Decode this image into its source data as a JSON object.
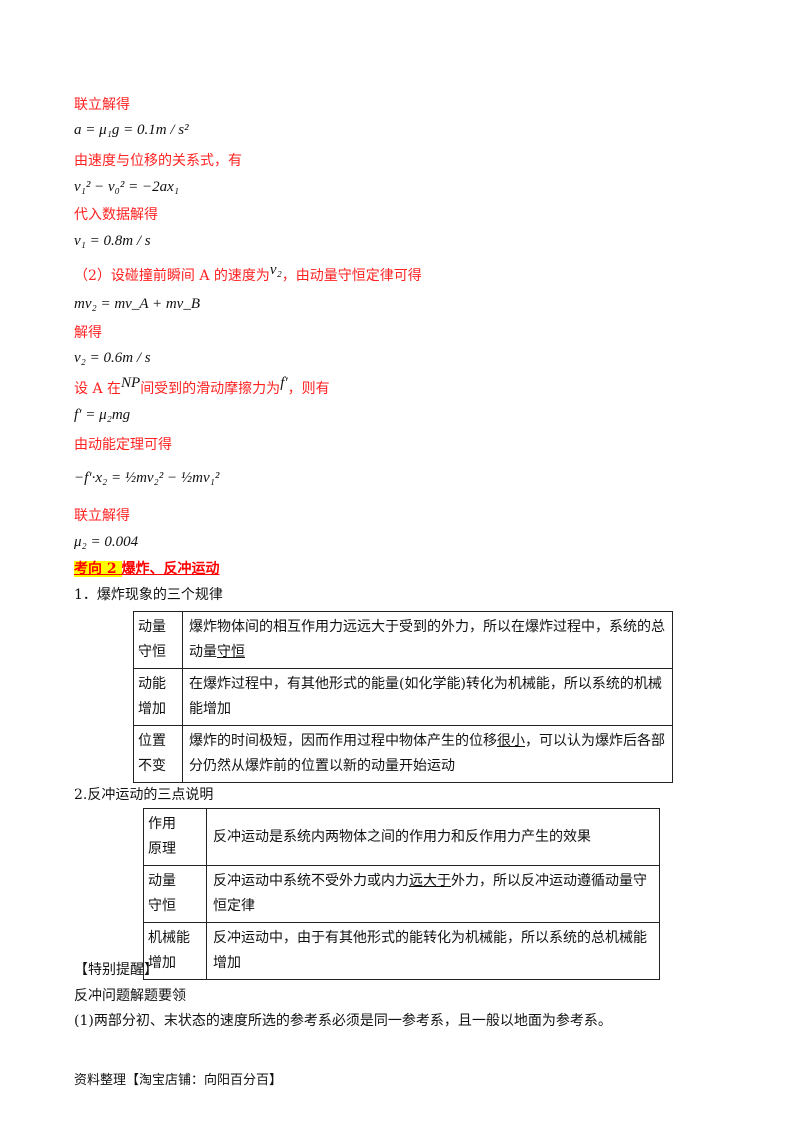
{
  "lines": {
    "l1": "联立解得",
    "eq1": "a = μ₁g = 0.1m / s²",
    "l2": "由速度与位移的关系式，有",
    "eq2": "v₁² − v₀² = −2ax₁",
    "l3": "代入数据解得",
    "eq3": "v₁ = 0.8m / s",
    "l4a": "（2）设碰撞前瞬间 A 的速度为",
    "l4v": "v₂",
    "l4b": "，由动量守恒定律可得",
    "eq4": "mv₂ = mv_A + mv_B",
    "l5": "解得",
    "eq5": "v₂ = 0.6m / s",
    "l6a": "设 A 在",
    "l6np": "NP",
    "l6b": "间受到的滑动摩擦力为",
    "l6f": "f′",
    "l6c": "，则有",
    "eq6": "f′ = μ₂mg",
    "l7": "由动能定理可得",
    "eq7": "−f′·x₂ = ½mv₂² − ½mv₁²",
    "l8": "联立解得",
    "eq8": "μ₂ = 0.004"
  },
  "section": {
    "prefix": "考向 2 ",
    "title": "爆炸、反冲运动"
  },
  "s1_title": "1．爆炸现象的三个规律",
  "table1": [
    {
      "h1": "动量",
      "h2": "守恒",
      "t": "爆炸物体间的相互作用力远远大于受到的外力，所以在爆炸过程中，系统的总动量",
      "u": "守恒",
      "t2": ""
    },
    {
      "h1": "动能",
      "h2": "增加",
      "t": "在爆炸过程中，有其他形式的能量(如化学能)转化为机械能，所以系统的机械能增加",
      "u": "",
      "t2": ""
    },
    {
      "h1": "位置",
      "h2": "不变",
      "t": "爆炸的时间极短，因而作用过程中物体产生的位移",
      "u": "很小",
      "t2": "，可以认为爆炸后各部分仍然从爆炸前的位置以新的动量开始运动"
    }
  ],
  "s2_title": "2.反冲运动的三点说明",
  "table2": [
    {
      "h1": "作用",
      "h2": "原理",
      "t": "反冲运动是系统内两物体之间的作用力和反作用力产生的效果",
      "u": "",
      "t2": ""
    },
    {
      "h1": "动量",
      "h2": "守恒",
      "t": "反冲运动中系统不受外力或内力",
      "u": "远大于",
      "t2": "外力，所以反冲运动遵循动量守恒定律"
    },
    {
      "h1": "机械能",
      "h2": "增加",
      "t": "反冲运动中，由于有其他形式的能转化为机械能，所以系统的总机械能增加",
      "u": "",
      "t2": ""
    }
  ],
  "tip_title": "【特别提醒】",
  "tip_sub": "反冲问题解题要领",
  "tip_1": "(1)两部分初、末状态的速度所选的参考系必须是同一参考系，且一般以地面为参考系。",
  "footer": "资料整理【淘宝店铺：向阳百分百】",
  "colors": {
    "emphasis": "#ff2222",
    "highlight": "#ffff00"
  }
}
